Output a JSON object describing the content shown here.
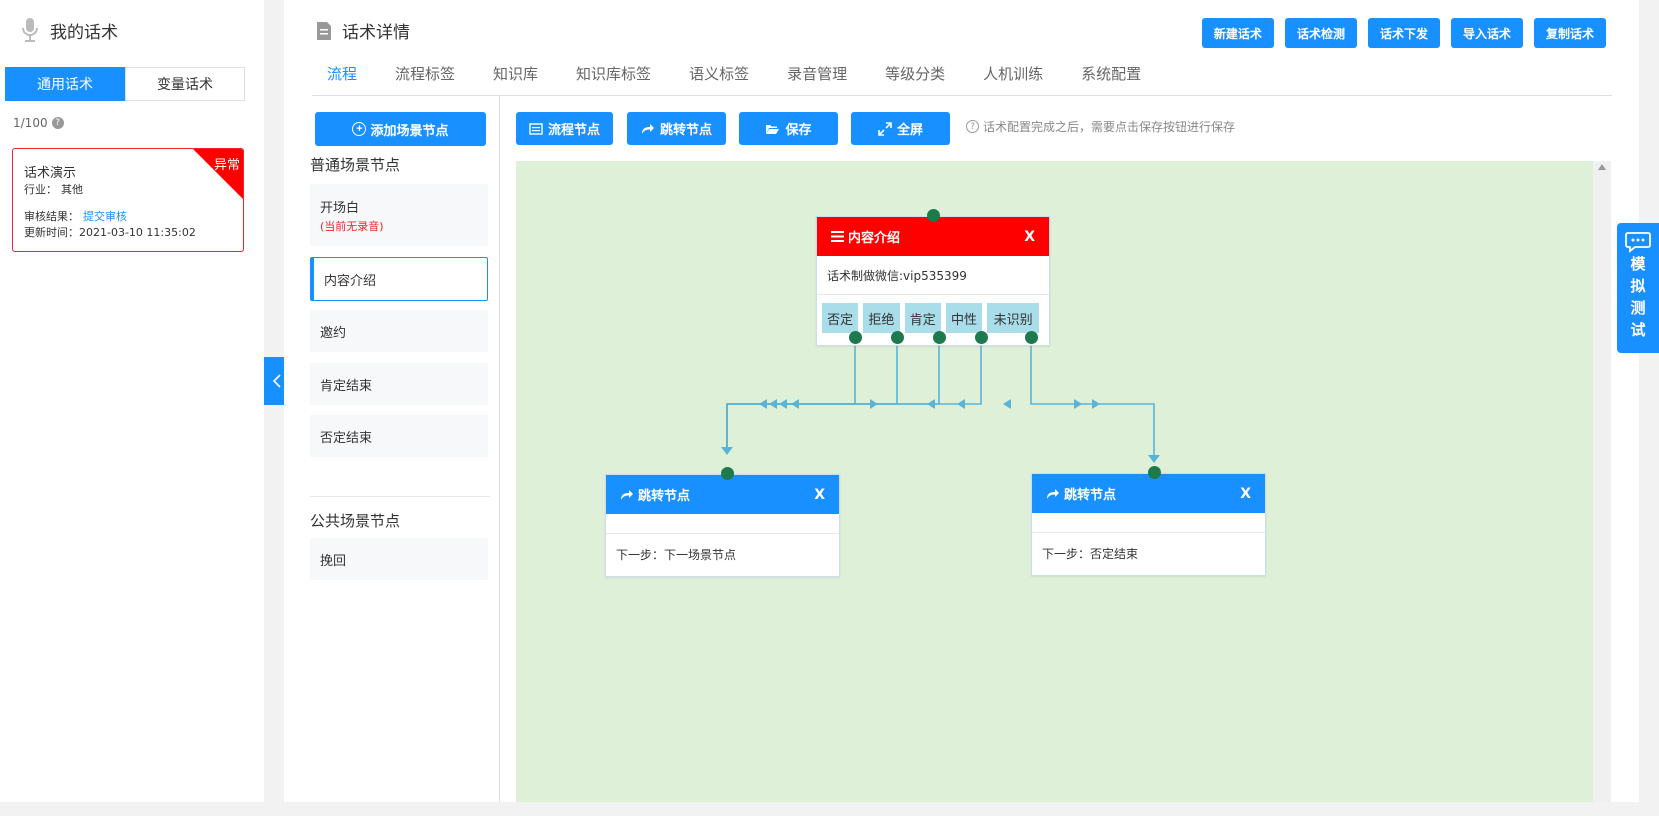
{
  "left": {
    "title": "我的话术",
    "tabs": [
      {
        "label": "通用话术",
        "active": true
      },
      {
        "label": "变量话术",
        "active": false
      }
    ],
    "count": "1/100",
    "card": {
      "badge": "异常",
      "title": "话术演示",
      "industry_label": "行业：",
      "industry_value": "其他",
      "review_label": "审核结果：",
      "review_value": "提交审核",
      "updated_label": "更新时间：",
      "updated_value": "2021-03-10 11:35:02"
    }
  },
  "main": {
    "title": "话术详情",
    "top_buttons": [
      "新建话术",
      "话术检测",
      "话术下发",
      "导入话术",
      "复制话术"
    ],
    "tabs": [
      "流程",
      "流程标签",
      "知识库",
      "知识库标签",
      "语义标签",
      "录音管理",
      "等级分类",
      "人机训练",
      "系统配置"
    ],
    "active_tab": "流程"
  },
  "scene": {
    "add_button": "添加场景节点",
    "normal_title": "普通场景节点",
    "normal_items": [
      {
        "label": "开场白",
        "sub": "(当前无录音)"
      },
      {
        "label": "内容介绍"
      },
      {
        "label": "邀约"
      },
      {
        "label": "肯定结束"
      },
      {
        "label": "否定结束"
      }
    ],
    "public_title": "公共场景节点",
    "public_items": [
      {
        "label": "挽回"
      }
    ]
  },
  "toolbar": {
    "buttons": [
      "流程节点",
      "跳转节点",
      "保存",
      "全屏"
    ],
    "hint": "话术配置完成之后，需要点击保存按钮进行保存"
  },
  "flow": {
    "main_node": {
      "title": "内容介绍",
      "close": "X",
      "content": "话术制做微信:vip535399",
      "branches": [
        "否定",
        "拒绝",
        "肯定",
        "中性",
        "未识别"
      ]
    },
    "jump_nodes": [
      {
        "title": "跳转节点",
        "close": "X",
        "next": "下一步：下一场景节点"
      },
      {
        "title": "跳转节点",
        "close": "X",
        "next": "下一步：否定结束"
      }
    ]
  },
  "float_button": "模拟测试",
  "colors": {
    "primary": "#1890ff",
    "danger": "#ff0000",
    "canvas": "#dff0d8",
    "port": "#1d7a4d",
    "edge": "#5ab4d6"
  }
}
